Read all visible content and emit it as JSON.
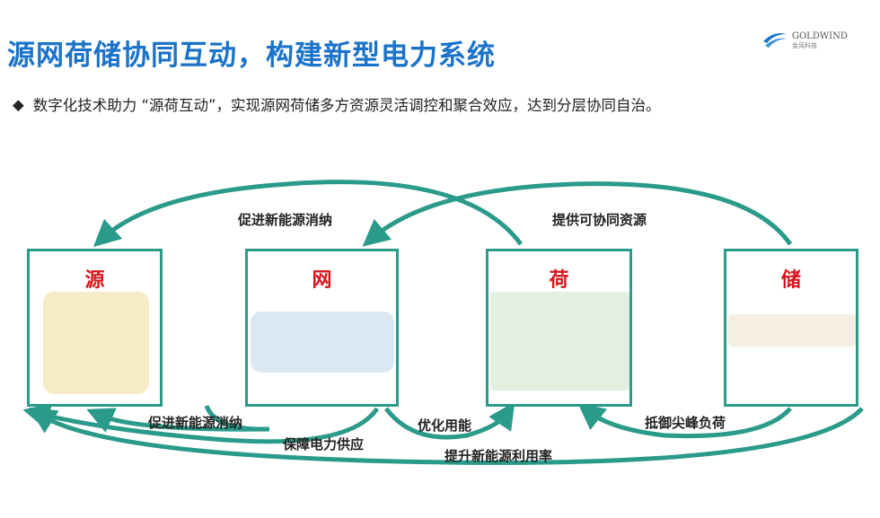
{
  "header": {
    "title": "源网荷储协同互动，构建新型电力系统",
    "logo_text": "GOLDWIND",
    "logo_sub": "金风科技"
  },
  "bullet": {
    "marker": "◆",
    "text": "数字化技术助力 “源荷互动”，实现源网荷储多方资源灵活调控和聚合效应，达到分层协同自治。"
  },
  "nodes": [
    {
      "label": "源"
    },
    {
      "label": "网"
    },
    {
      "label": "荷"
    },
    {
      "label": "储"
    }
  ],
  "flows": {
    "top_left": "促进新能源消纳",
    "top_right": "提供可协同资源",
    "bottom_1": "促进新能源消纳",
    "bottom_2": "保障电力供应",
    "bottom_3": "优化用能",
    "bottom_4": "抵御尖峰负荷",
    "bottom_5": "提升新能源利用率"
  },
  "colors": {
    "title": "#1a73c8",
    "arrow": "#2a9a8a",
    "node_label": "#d9141c"
  }
}
